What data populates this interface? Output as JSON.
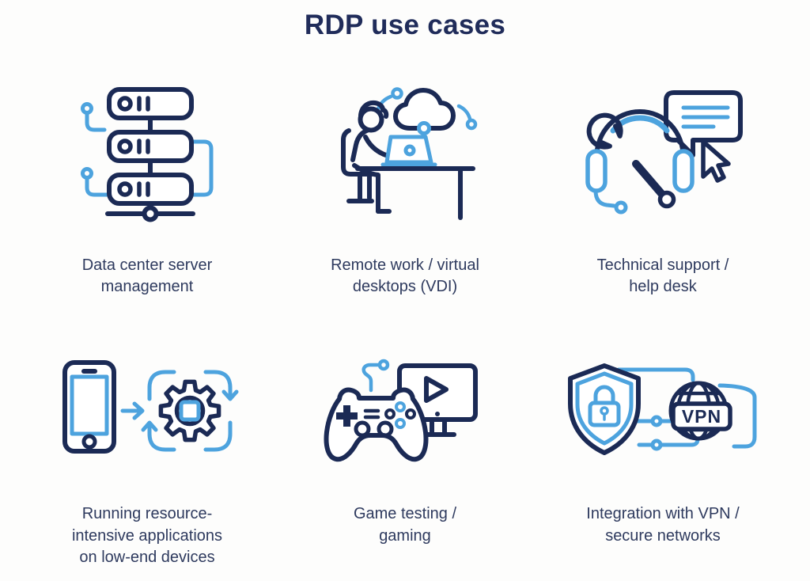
{
  "title": "RDP use cases",
  "colors": {
    "navy": "#1b2a55",
    "blue": "#4da3de",
    "background": "#fdfdfc",
    "title_color": "#202c5a",
    "label_color": "#2e3a5e"
  },
  "use_cases": [
    {
      "icon": "server-stack-icon",
      "label": "Data center server management"
    },
    {
      "icon": "remote-work-cloud-icon",
      "label": "Remote work / virtual desktops (VDI)"
    },
    {
      "icon": "headset-wrench-chat-icon",
      "label": "Technical support / help desk"
    },
    {
      "icon": "phone-to-gear-icon",
      "label": "Running resource-intensive applications on low-end devices"
    },
    {
      "icon": "game-controller-monitor-icon",
      "label": "Game testing / gaming"
    },
    {
      "icon": "vpn-shield-globe-icon",
      "label": "Integration with VPN / secure networks"
    }
  ],
  "vpn_badge": "VPN"
}
